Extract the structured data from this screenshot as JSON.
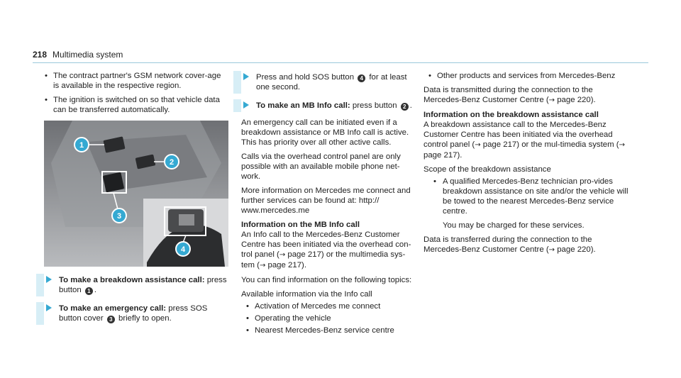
{
  "header": {
    "page_number": "218",
    "section": "Multimedia system"
  },
  "col1": {
    "bullets": [
      "The contract partner's GSM network cover-age is available in the respective region.",
      "The ignition is switched on so that vehicle data can be transferred automatically."
    ],
    "steps": [
      {
        "bold": "To make a breakdown assistance call:",
        "pre": " press button ",
        "num": "1",
        "post": "."
      },
      {
        "bold": "To make an emergency call:",
        "pre": " press SOS button cover ",
        "num": "3",
        "post": " briefly to open."
      }
    ],
    "figure": {
      "callouts": [
        "1",
        "2",
        "3",
        "4"
      ]
    }
  },
  "col2": {
    "step1": {
      "pre": "Press and hold SOS button ",
      "num": "4",
      "post": " for at least one second."
    },
    "step2": {
      "bold": "To make an MB Info call:",
      "pre": " press button ",
      "num": "2",
      "post": "."
    },
    "p1": "An emergency call can be initiated even if a breakdown assistance or MB Info call is active. This has priority over all other active calls.",
    "p2": "Calls via the overhead control panel are only possible with an available mobile phone net-work.",
    "p3": "More information on Mercedes me connect and further services can be found at: http:// www.mercedes.me",
    "h1": "Information on the MB Info call",
    "p4a": "An Info call to the Mercedes-Benz Customer Centre has been initiated via the overhead con-trol panel (",
    "p4b": "page 217) or the multimedia sys-tem (",
    "p4c": "page 217).",
    "p5": "You can find information on the following topics:",
    "p6": "Available information via the Info call",
    "bullets": [
      "Activation of Mercedes me connect",
      "Operating the vehicle",
      "Nearest Mercedes-Benz service centre"
    ]
  },
  "col3": {
    "bullet1": "Other products and services from Mercedes-Benz",
    "p1a": "Data is transmitted during the connection to the Mercedes-Benz Customer Centre (",
    "p1b": "page 220).",
    "h1": "Information on the breakdown assistance call",
    "p2a": "A breakdown assistance call to the Mercedes-Benz Customer Centre has been initiated via the overhead control panel (",
    "p2b": "page 217) or the mul-timedia system (",
    "p2c": "page 217).",
    "p3": "Scope of the breakdown assistance",
    "sub1": "A qualified Mercedes-Benz technician pro-vides breakdown assistance on site and/or the vehicle will be towed to the nearest Mercedes-Benz service centre.",
    "subnote": "You may be charged for these services.",
    "p4a": "Data is transferred during the connection to the Mercedes-Benz Customer Centre (",
    "p4b": "page 220)."
  },
  "arrow_symbol": "→"
}
